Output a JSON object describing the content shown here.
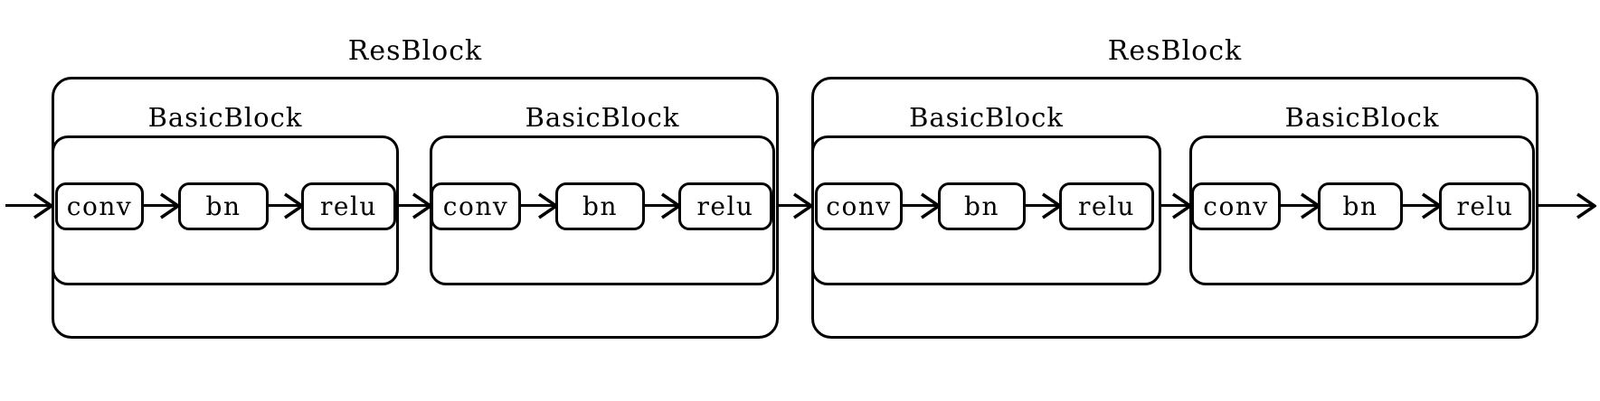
{
  "diagram": {
    "flow_direction": "left-to-right",
    "colors": {
      "background": "#ffffff",
      "line": "#000000",
      "text": "#000000"
    },
    "resblocks": [
      {
        "label": "ResBlock",
        "basicblocks": [
          {
            "label": "BasicBlock",
            "nodes": [
              {
                "label": "conv"
              },
              {
                "label": "bn"
              },
              {
                "label": "relu"
              }
            ]
          },
          {
            "label": "BasicBlock",
            "nodes": [
              {
                "label": "conv"
              },
              {
                "label": "bn"
              },
              {
                "label": "relu"
              }
            ]
          }
        ]
      },
      {
        "label": "ResBlock",
        "basicblocks": [
          {
            "label": "BasicBlock",
            "nodes": [
              {
                "label": "conv"
              },
              {
                "label": "bn"
              },
              {
                "label": "relu"
              }
            ]
          },
          {
            "label": "BasicBlock",
            "nodes": [
              {
                "label": "conv"
              },
              {
                "label": "bn"
              },
              {
                "label": "relu"
              }
            ]
          }
        ]
      }
    ]
  }
}
